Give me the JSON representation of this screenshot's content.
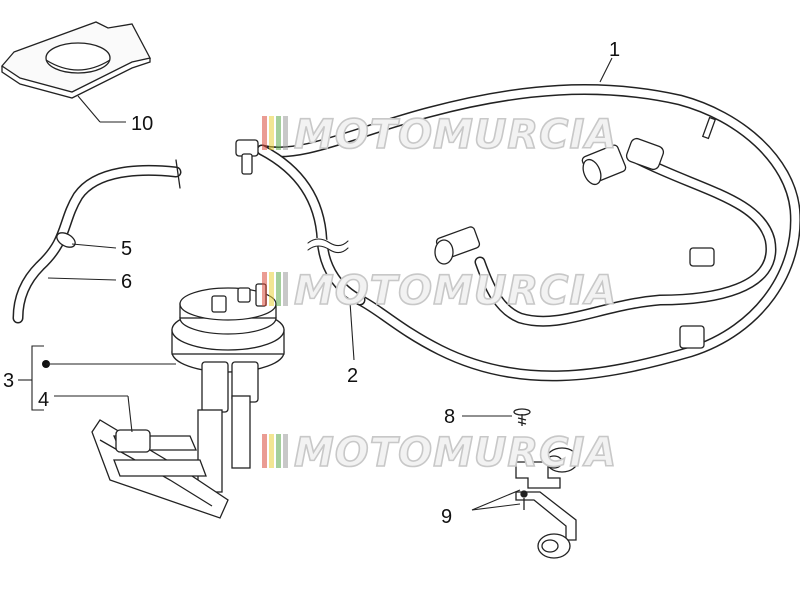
{
  "callouts": {
    "c1": "1",
    "c2": "2",
    "c3": "3",
    "c4": "4",
    "c5": "5",
    "c6": "6",
    "c8": "8",
    "c9": "9",
    "c10": "10"
  },
  "watermark": {
    "text": "MOTOMURCIA",
    "stripe_colors": [
      "#d84a3a",
      "#e7d23a",
      "#59a84a",
      "#9a9a9a"
    ]
  }
}
